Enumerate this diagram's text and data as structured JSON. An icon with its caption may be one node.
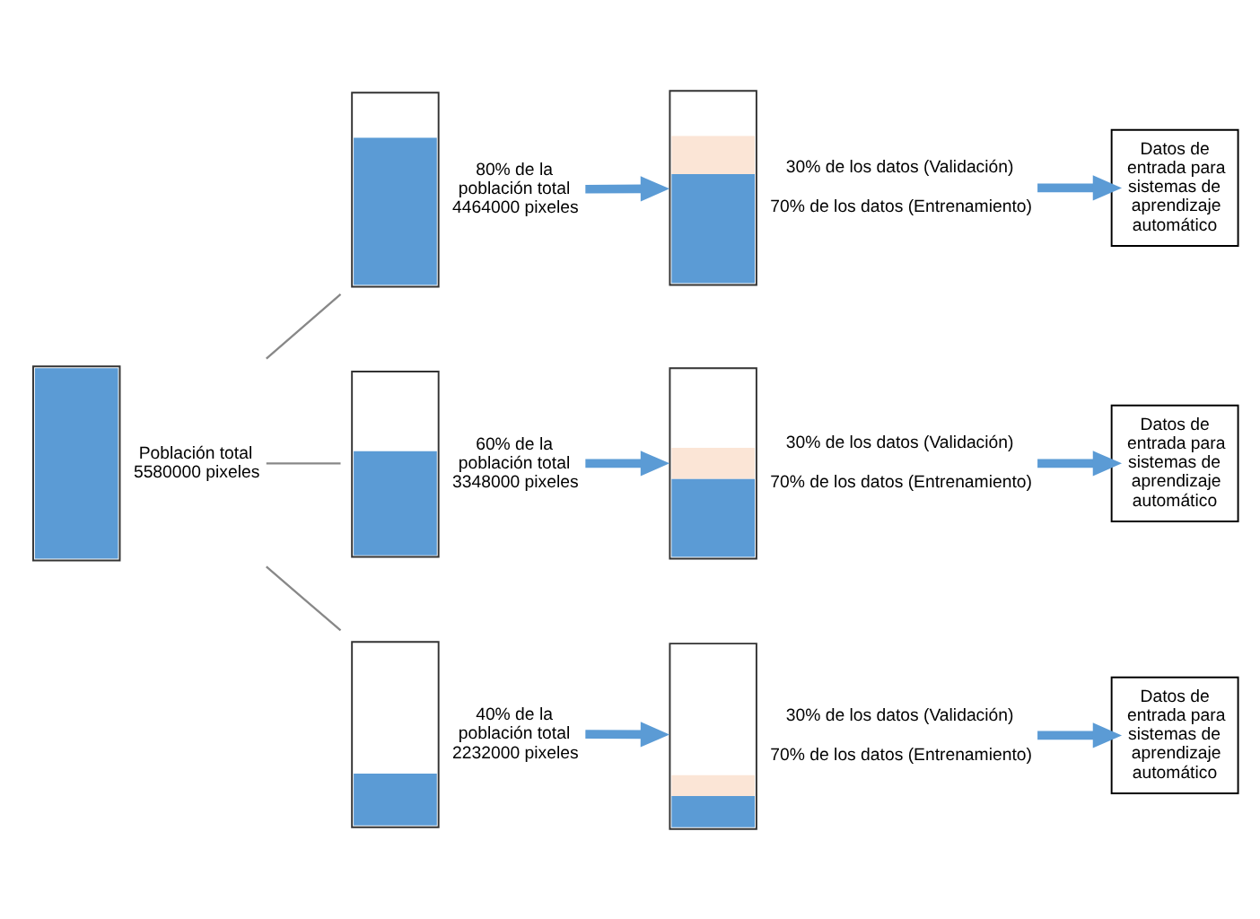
{
  "diagram": {
    "nodes": [
      {
        "text": [],
        "shape": "bar",
        "beside": [
          "Población total 5580000 pixeles"
        ]
      },
      {
        "text": [],
        "shape": "bar",
        "beside": [
          "80% de la población total 4464000 pixeles"
        ]
      },
      {
        "text": [],
        "shape": "bar",
        "beside": [
          "30% de los datos (Validación)",
          "70% de los datos (Entrenamiento)"
        ]
      },
      {
        "text": [
          "Datos de entrada para sistemas de aprendizaje automático"
        ]
      },
      {
        "text": [],
        "shape": "bar",
        "beside": [
          "60% de la población total 3348000 pixeles"
        ]
      },
      {
        "text": [],
        "shape": "bar",
        "beside": [
          "30% de los datos (Validación)",
          "70% de los datos (Entrenamiento)"
        ]
      },
      {
        "text": [
          "Datos de entrada para sistemas de aprendizaje automático"
        ]
      },
      {
        "text": [],
        "shape": "bar",
        "beside": [
          "40% de la población total 2232000 pixeles"
        ]
      },
      {
        "text": [],
        "shape": "bar",
        "beside": [
          "30% de los datos (Validación)",
          "70% de los datos (Entrenamiento)"
        ]
      },
      {
        "text": [
          "Datos de entrada para sistemas de aprendizaje automático"
        ]
      }
    ],
    "edges": [
      {
        "from": 0,
        "to": 1,
        "arrow": "none"
      },
      {
        "from": 0,
        "to": 4,
        "arrow": "none"
      },
      {
        "from": 0,
        "to": 7,
        "arrow": "none"
      },
      {
        "from": 1,
        "to": 2,
        "arrow": "to"
      },
      {
        "from": 2,
        "to": 3,
        "arrow": "to"
      },
      {
        "from": 4,
        "to": 5,
        "arrow": "to"
      },
      {
        "from": 5,
        "to": 6,
        "arrow": "to"
      },
      {
        "from": 7,
        "to": 8,
        "arrow": "to"
      },
      {
        "from": 8,
        "to": 9,
        "arrow": "to"
      }
    ]
  }
}
